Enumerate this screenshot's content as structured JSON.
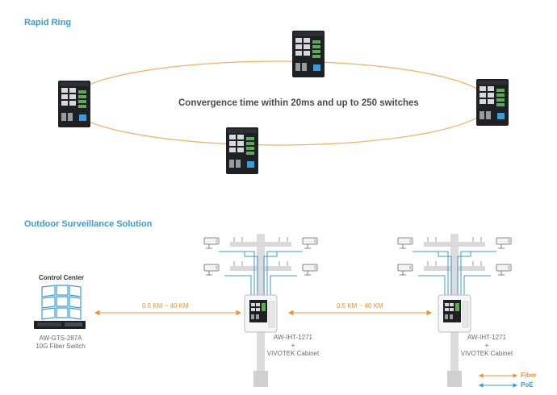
{
  "rapid_ring": {
    "title": "Rapid Ring",
    "convergence_text": "Convergence time within 20ms and up to 250 switches"
  },
  "outdoor": {
    "title": "Outdoor Surveillance Solution",
    "control_center": {
      "title": "Control Center",
      "switch_caption_line1": "AW-GTS-287A",
      "switch_caption_line2": "10G Fiber Switch"
    },
    "link_left": {
      "distance": "0.5 KM ~ 40 KM"
    },
    "link_right": {
      "distance": "0.5 KM ~ 40 KM"
    },
    "pole_left": {
      "caption_line1": "AW-IHT-1271",
      "caption_line2": "+",
      "caption_line3": "VIVOTEK Cabinet"
    },
    "pole_right": {
      "caption_line1": "AW-IHT-1271",
      "caption_line2": "+",
      "caption_line3": "VIVOTEK Cabinet"
    }
  },
  "legend": {
    "fiber": {
      "label": "Fiber",
      "color": "#f0922b"
    },
    "poe": {
      "label": "PoE",
      "color": "#3b9bd6"
    }
  },
  "colors": {
    "title_blue": "#3b9bd6",
    "ring_orange": "#f0b060",
    "fiber_orange": "#f0922b",
    "poe_blue": "#3b9bd6",
    "device_dark": "#1e2024",
    "terminal_green": "#5fa85a"
  }
}
